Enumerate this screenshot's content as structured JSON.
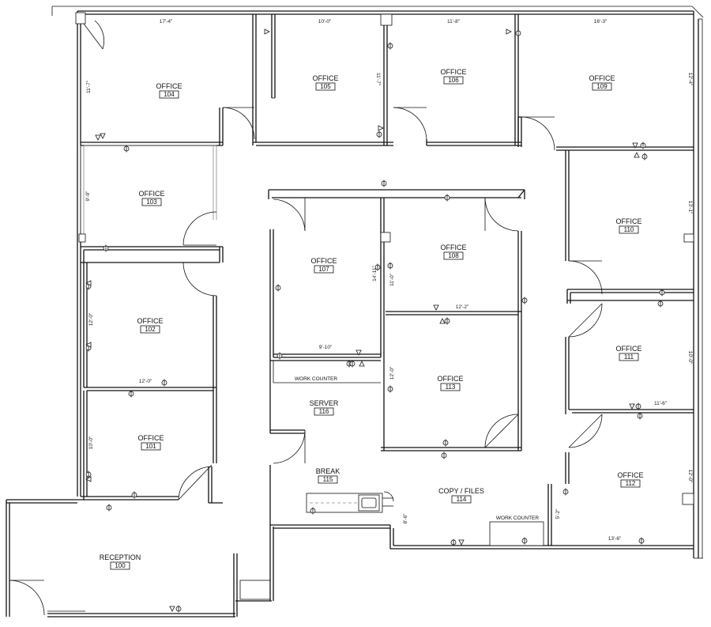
{
  "rooms": [
    {
      "id": "104",
      "label": "OFFICE",
      "number": "104"
    },
    {
      "id": "105",
      "label": "OFFICE",
      "number": "105"
    },
    {
      "id": "106",
      "label": "OFFICE",
      "number": "106"
    },
    {
      "id": "109",
      "label": "OFFICE",
      "number": "109"
    },
    {
      "id": "103",
      "label": "OFFICE",
      "number": "103"
    },
    {
      "id": "102",
      "label": "OFFICE",
      "number": "102"
    },
    {
      "id": "101",
      "label": "OFFICE",
      "number": "101"
    },
    {
      "id": "107",
      "label": "OFFICE",
      "number": "107"
    },
    {
      "id": "108",
      "label": "OFFICE",
      "number": "108"
    },
    {
      "id": "113",
      "label": "OFFICE",
      "number": "113"
    },
    {
      "id": "110",
      "label": "OFFICE",
      "number": "110"
    },
    {
      "id": "111",
      "label": "OFFICE",
      "number": "111"
    },
    {
      "id": "112",
      "label": "OFFICE",
      "number": "112"
    },
    {
      "id": "116",
      "label": "SERVER",
      "number": "116"
    },
    {
      "id": "115",
      "label": "BREAK",
      "number": "115"
    },
    {
      "id": "114",
      "label": "COPY / FILES",
      "number": "114"
    },
    {
      "id": "100",
      "label": "RECEPTION",
      "number": "100"
    }
  ],
  "dimensions": {
    "d104w": "17'-4\"",
    "d104h": "11'-7\"",
    "d105w": "10'-0\"",
    "d105h": "11'-7\"",
    "d106w": "11'-8\"",
    "d109w": "16'-3\"",
    "d109h": "12'-4\"",
    "d103h": "9'-9\"",
    "d102h": "12'-0\"",
    "d102w": "12'-0\"",
    "d101h": "10'-0\"",
    "d107w": "9'-10\"",
    "d107h": "14'-11\"",
    "d108h": "11'-0\"",
    "d108w": "12'-2\"",
    "d113h": "12'-0\"",
    "d110h": "13'-1\"",
    "d111h": "10'-0\"",
    "d111w": "11'-6\"",
    "d112h": "12'-0\"",
    "d112w": "13'-6\"",
    "d114h": "8'-6\"",
    "d112s": "5'-2\""
  },
  "counters": {
    "work_counter_1": "WORK COUNTER",
    "work_counter_2": "WORK COUNTER"
  }
}
